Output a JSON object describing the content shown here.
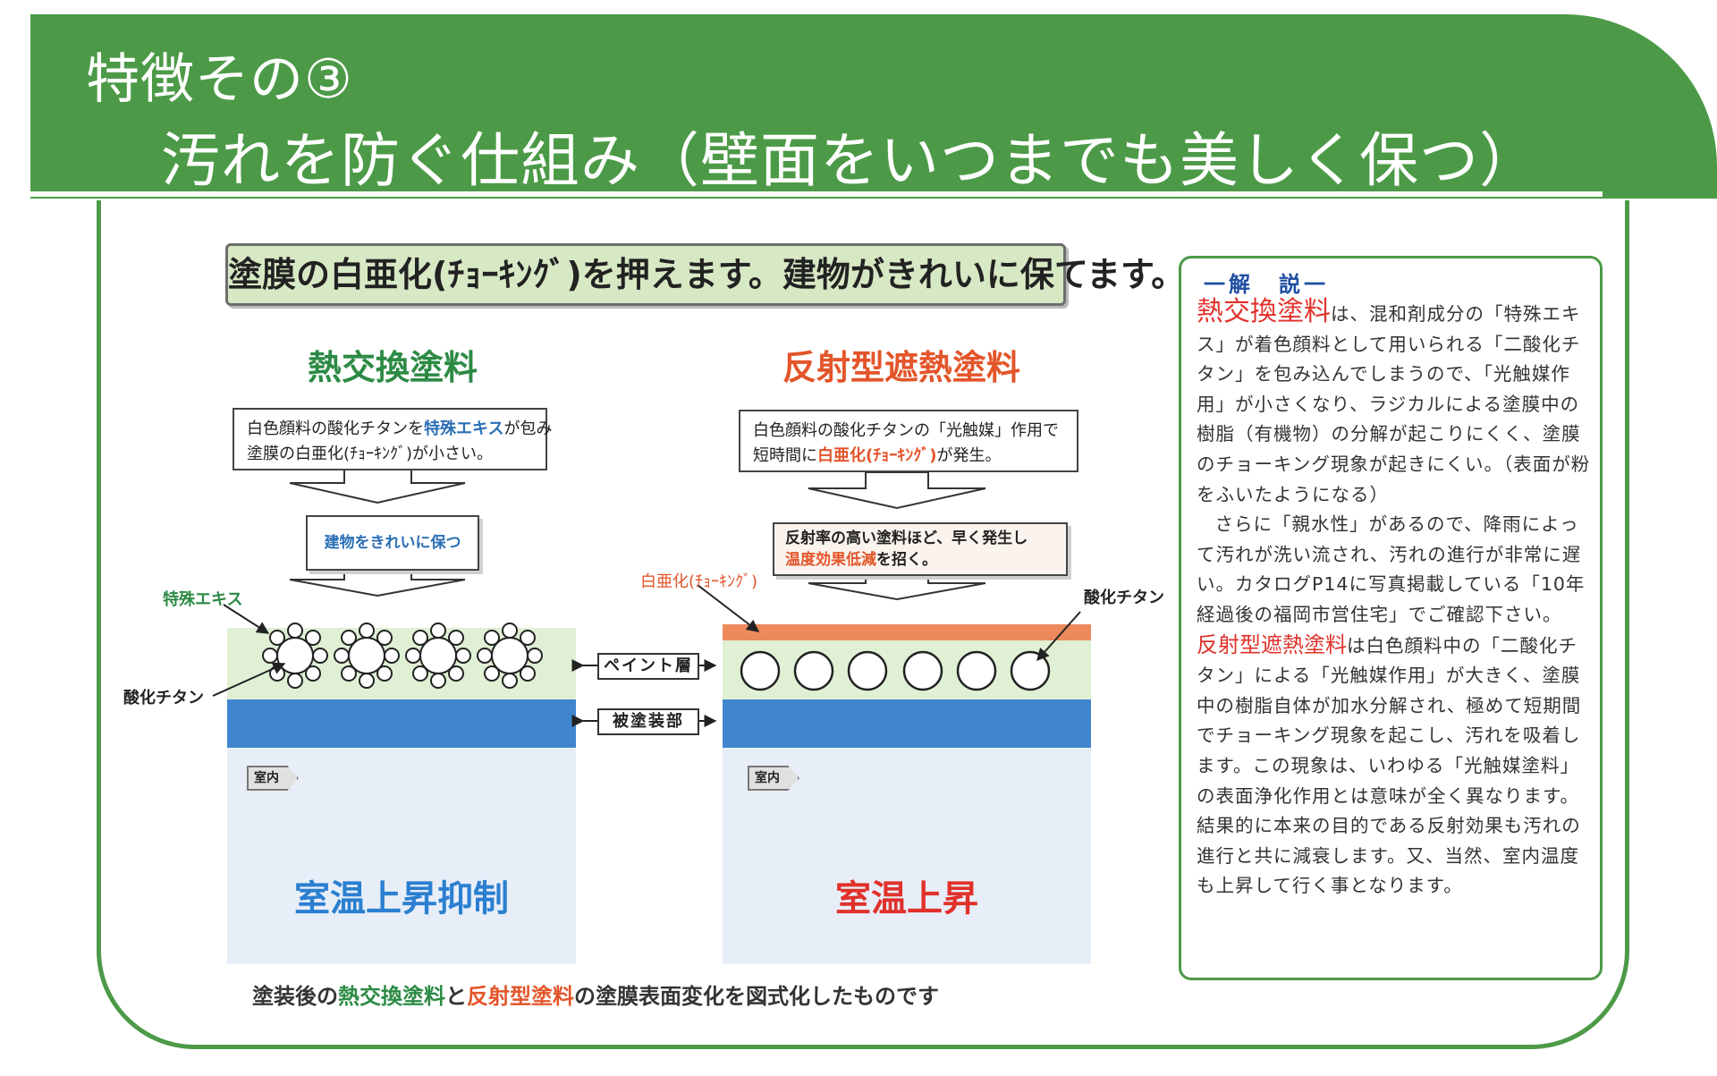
{
  "header": {
    "title_line1": "特徴その③",
    "title_line2": "汚れを防ぐ仕組み（壁面をいつまでも美しく保つ）"
  },
  "banner": "塗膜の白亜化(ﾁｮｰｷﾝｸﾞ)を押えます。建物がきれいに保てます。",
  "left": {
    "title": "熱交換塗料",
    "box_pre": "白色顔料の酸化チタンを",
    "box_highlight": "特殊エキス",
    "box_post": "が包み",
    "box_line2": "塗膜の白亜化(ﾁｮｰｷﾝｸﾞ)が小さい。",
    "result_box": "建物をきれいに保つ",
    "label_extract": "特殊エキス",
    "label_titanium": "酸化チタン",
    "room_tag": "室内",
    "bottom_label": "室温上昇抑制"
  },
  "right": {
    "title": "反射型遮熱塗料",
    "box_line1": "白色顔料の酸化チタンの「光触媒」作用で",
    "box_pre": "短時間に",
    "box_highlight": "白亜化(ﾁｮｰｷﾝｸﾞ)",
    "box_post": "が発生。",
    "result_line1": "反射率の高い塗料ほど、早く発生し",
    "result_highlight": "温度効果低減",
    "result_post": "を招く。",
    "label_chalking": "白亜化(ﾁｮｰｷﾝｸﾞ)",
    "label_titanium": "酸化チタン",
    "room_tag": "室内",
    "bottom_label": "室温上昇"
  },
  "middle": {
    "paint_layer": "ペイント層",
    "substrate": "被塗装部"
  },
  "caption": {
    "pre": "塗装後の",
    "kw1": "熱交換塗料",
    "mid": "と",
    "kw2": "反射型塗料",
    "post": "の塗膜表面変化を図式化したものです"
  },
  "explanation": {
    "heading": "一解　説一",
    "p1_kw": "熱交換塗料",
    "p1_text": "は、混和剤成分の「特殊エキス」が着色顔料として用いられる「二酸化チタン」を包み込んでしまうので、「光触媒作用」が小さくなり、ラジカルによる塗膜中の樹脂（有機物）の分解が起こりにくく、塗膜のチョーキング現象が起きにくい。（表面が粉をふいたようになる）",
    "p2_text": "さらに「親水性」があるので、降雨によって汚れが洗い流され、汚れの進行が非常に遅い。カタログP14に写真掲載している「10年経過後の福岡市営住宅」でご確認下さい。",
    "p3_kw": "反射型遮熱塗料",
    "p3_text": "は白色顔料中の「二酸化チタン」による「光触媒作用」が大きく、塗膜中の樹脂自体が加水分解され、極めて短期間でチョーキング現象を起こし、汚れを吸着します。この現象は、いわゆる「光触媒塗料」の表面浄化作用とは意味が全く異なります。結果的に本来の目的である反射効果も汚れの進行と共に減衰します。又、当然、室内温度も上昇して行く事となります。"
  },
  "colors": {
    "header_green": "#4c9a47",
    "paint_layer_green": "#dff0d4",
    "substrate_blue": "#3f86cf",
    "room_blue": "#e8eef8",
    "chalk_orange": "#ec8a5c",
    "red_accent": "#e0312a"
  }
}
